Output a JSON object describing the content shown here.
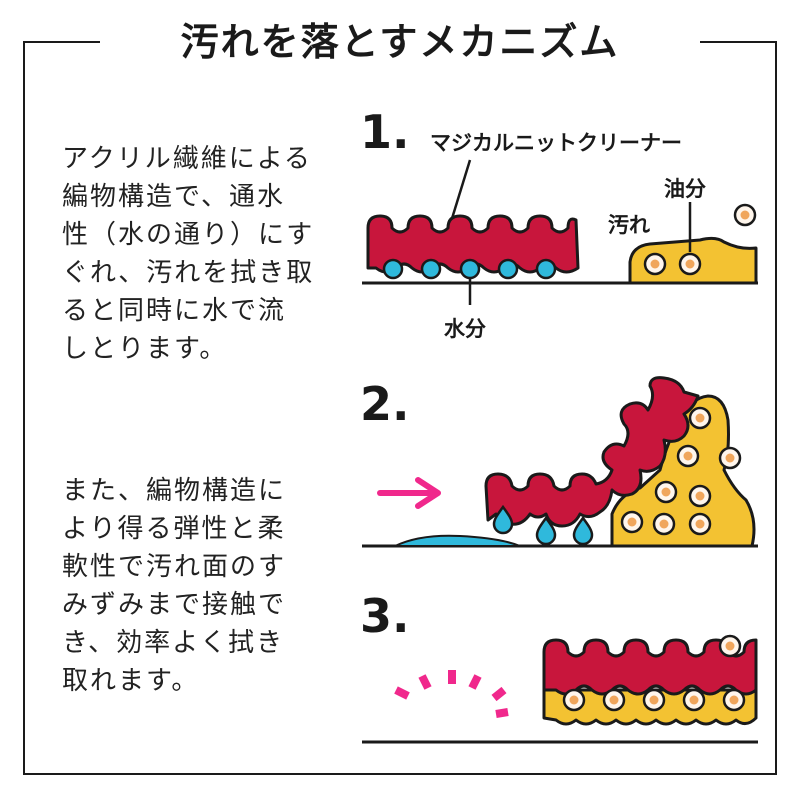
{
  "title": "汚れを落とすメカニズム",
  "description": {
    "paragraph1": [
      "アクリル繊維による",
      "編物構造で、通水",
      "性（水の通り）にす",
      "ぐれ、汚れを拭き取",
      "ると同時に水で流",
      "しとります。"
    ],
    "paragraph2": [
      "また、編物構造に",
      "より得る弾性と柔",
      "軟性で汚れ面のす",
      "みずみまで接触で",
      "き、効率よく拭き",
      "取れます。"
    ]
  },
  "steps": [
    {
      "number": "1.",
      "labels": {
        "cleaner": "マジカルニットクリーナー",
        "oil": "油分",
        "dirt": "汚れ",
        "water": "水分"
      }
    },
    {
      "number": "2."
    },
    {
      "number": "3."
    }
  ],
  "colors": {
    "cleaner": "#c8163c",
    "dirt": "#f3c232",
    "water": "#2fb9dc",
    "oil_fill": "#fff6ec",
    "oil_dot": "#f0a65c",
    "accent": "#f0288c",
    "ink": "#1a1a1a"
  }
}
